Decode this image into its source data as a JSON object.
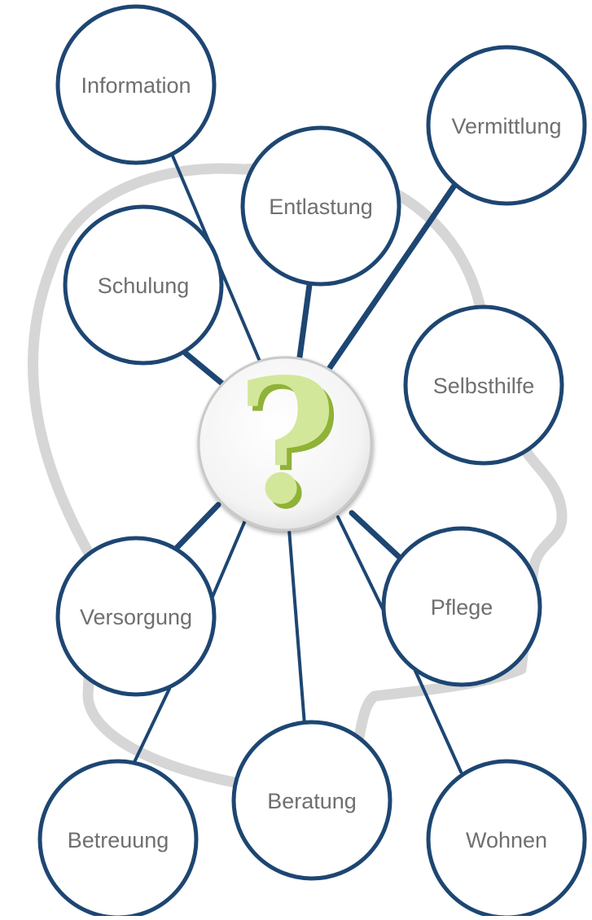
{
  "diagram": {
    "center": {
      "symbol": "?",
      "symbol_color": "#c5dd76",
      "symbol_edge_color": "#8fb237",
      "icon": "question-mark-icon"
    },
    "colors": {
      "node_stroke": "#1d4672",
      "link": "#1d4672",
      "label": "#6f6f6f",
      "head_outline": "#d6d6d6"
    },
    "nodes": [
      {
        "id": "information",
        "label": "Information"
      },
      {
        "id": "vermittlung",
        "label": "Vermittlung"
      },
      {
        "id": "entlastung",
        "label": "Entlastung"
      },
      {
        "id": "schulung",
        "label": "Schulung"
      },
      {
        "id": "selbsthilfe",
        "label": "Selbsthilfe"
      },
      {
        "id": "versorgung",
        "label": "Versorgung"
      },
      {
        "id": "pflege",
        "label": "Pflege"
      },
      {
        "id": "betreuung",
        "label": "Betreuung"
      },
      {
        "id": "beratung",
        "label": "Beratung"
      },
      {
        "id": "wohnen",
        "label": "Wohnen"
      }
    ]
  }
}
